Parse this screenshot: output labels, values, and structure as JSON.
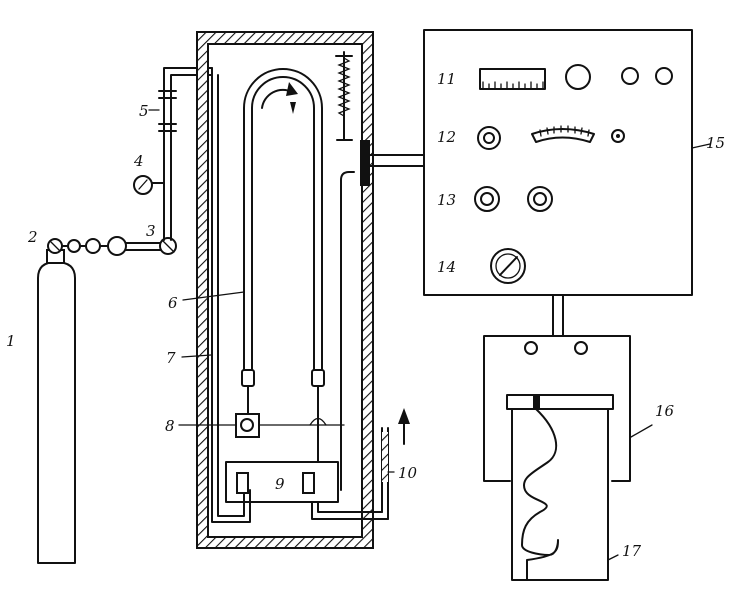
{
  "labels": {
    "l1": "1",
    "l2": "2",
    "l3": "3",
    "l4": "4",
    "l5": "5",
    "l6": "6",
    "l7": "7",
    "l8": "8",
    "l9": "9",
    "l10": "10",
    "l11": "11",
    "l12": "12",
    "l13": "13",
    "l14": "14",
    "l15": "15",
    "l16": "16",
    "l17": "17"
  },
  "colors": {
    "line": "#111111",
    "background": "#ffffff"
  },
  "icons": [
    "gas-cylinder-icon",
    "valve-icon",
    "pressure-gauge-icon",
    "dial-knob-icon",
    "arrow-up-icon"
  ]
}
